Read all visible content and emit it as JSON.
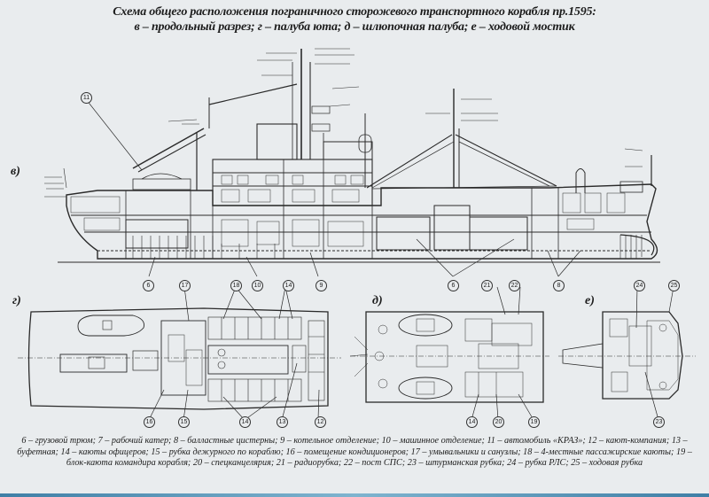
{
  "title": {
    "line1": "Схема общего расположения пограничного сторожевого транспортного корабля пр.1595:",
    "line2": "в – продольный разрез; г – палуба юта; д – шлюпочная палуба; е – ходовой мостик"
  },
  "views": {
    "profile": "в)",
    "poop_deck": "г)",
    "boat_deck": "д)",
    "bridge": "е)"
  },
  "callouts": {
    "profile": [
      "11",
      "6",
      "10",
      "9",
      "6",
      "8"
    ],
    "poop_top": [
      "17",
      "18",
      "14"
    ],
    "poop_bottom": [
      "16",
      "15",
      "14",
      "13",
      "12"
    ],
    "boat_top": [
      "21",
      "22"
    ],
    "boat_bottom": [
      "14",
      "20",
      "19"
    ],
    "bridge_top": [
      "24",
      "25"
    ],
    "bridge_bottom": [
      "23"
    ]
  },
  "legend": [
    "6 – грузовой трюм;",
    "7 – рабочий катер;",
    "8 – балластные цистерны;",
    "9 – котельное отделение;",
    "10 – машинное отделение;",
    "11 – автомобиль «КРАЗ»;",
    "12 – кают-компания;",
    "13 – буфетная;",
    "14 – каюты офицеров;",
    "15 – рубка дежурного по кораблю;",
    "16 – помещение кондиционеров;",
    "17 – умывальники и санузлы;",
    "18 – 4-местные пассажирские каюты;",
    "19 – блок-каюта командира корабля;",
    "20 – спецканцелярия;",
    "21 – радиорубка;",
    "22 – пост СПС;",
    "23 – штурманская рубка;",
    "24 – рубка РЛС;",
    "25 – ходовая рубка"
  ],
  "colors": {
    "paper": "#e9ecee",
    "ink": "#2a2a2a",
    "strip": "#3f7fa6"
  }
}
